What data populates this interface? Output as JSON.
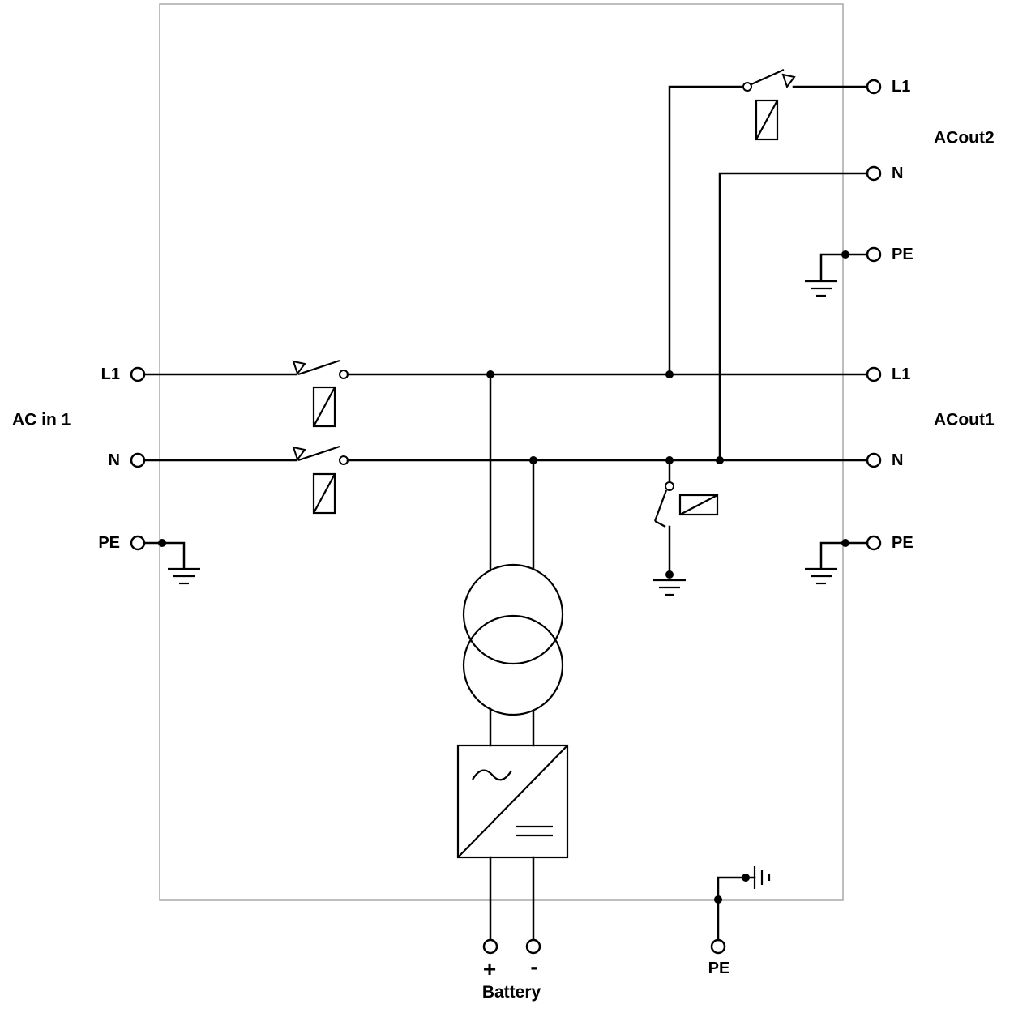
{
  "colors": {
    "wire": "#000000",
    "enclosure_border": "#a9a9a9",
    "background": "#ffffff"
  },
  "labels": {
    "ac_in_1": {
      "group": "AC in 1",
      "l1": "L1",
      "n": "N",
      "pe": "PE"
    },
    "ac_out_1": {
      "group": "ACout1",
      "l1": "L1",
      "n": "N",
      "pe": "PE"
    },
    "ac_out_2": {
      "group": "ACout2",
      "l1": "L1",
      "n": "N",
      "pe": "PE"
    },
    "battery": {
      "group": "Battery",
      "positive": "+",
      "negative": "-"
    },
    "bottom_pe": "PE"
  },
  "components": {
    "input_breaker_l1": "breaker-contact-symbol",
    "input_breaker_n": "breaker-contact-symbol",
    "acout2_transfer_relay": "relay-contact-symbol",
    "neutral_ground_relay": "relay-contact-symbol",
    "transformer": "transformer-symbol",
    "inverter_charger": "inverter-charger-symbol",
    "earth_grounds": "earth-ground-symbol",
    "chassis_ground": "chassis-ground-symbol"
  }
}
